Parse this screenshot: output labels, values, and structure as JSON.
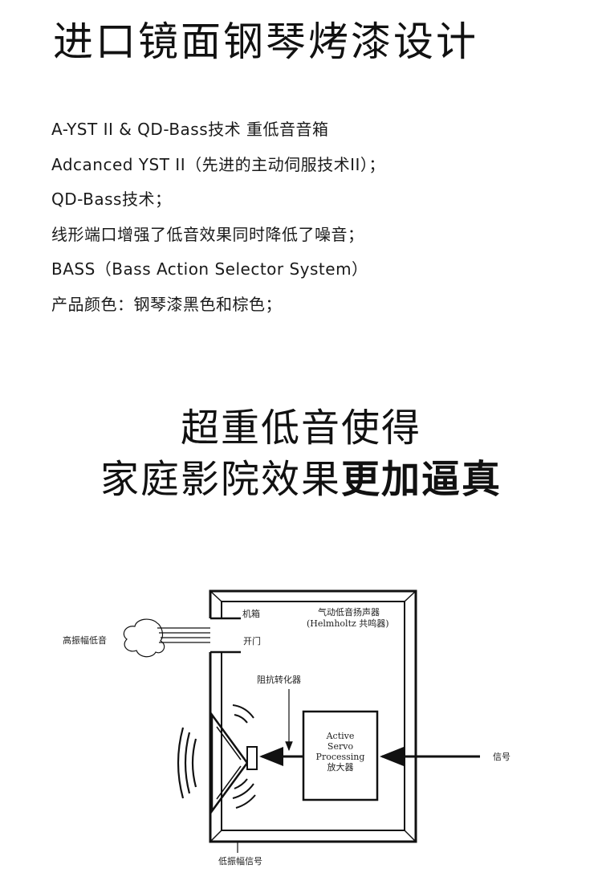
{
  "title": "进口镜面钢琴烤漆设计",
  "features": [
    "A-YST II & QD-Bass技术 重低音音箱",
    "Adcanced YST II（先进的主动伺服技术II）；",
    "QD-Bass技术；",
    "线形端口增强了低音效果同时降低了噪音；",
    "BASS（Bass Action Selector System）",
    "产品颜色：钢琴漆黑色和棕色；"
  ],
  "headline": {
    "line1": "超重低音使得",
    "line2_normal": "家庭影院效果",
    "line2_bold": "更加逼真"
  },
  "diagram": {
    "cabinet": "机箱",
    "speaker_line1": "气动低音扬声器",
    "speaker_line2": "(Helmholtz 共鸣器)",
    "port": "开门",
    "high_amp_bass": "高振幅低音",
    "impedance_converter": "阻抗转化器",
    "amp_line1": "Active",
    "amp_line2": "Servo",
    "amp_line3": "Processing",
    "amp_line4": "放大器",
    "signal": "信号",
    "low_amp_signal": "低振幅信号"
  }
}
